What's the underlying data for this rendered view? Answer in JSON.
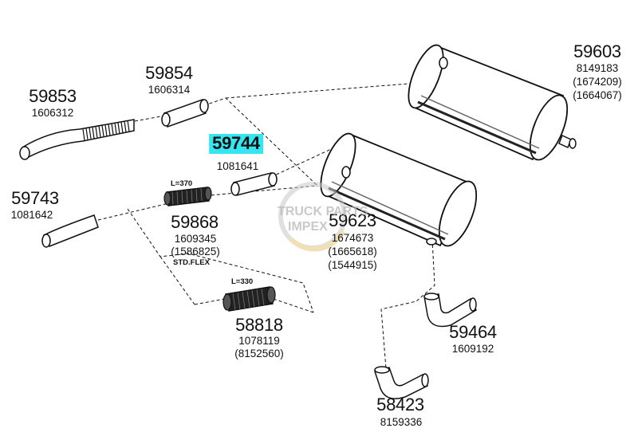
{
  "parts": [
    {
      "id": "59603",
      "refs": [
        "8149183",
        "(1674209)",
        "(1664067)"
      ]
    },
    {
      "id": "59854",
      "refs": [
        "1606314"
      ]
    },
    {
      "id": "59853",
      "refs": [
        "1606312"
      ]
    },
    {
      "id": "59744",
      "refs": [
        "1081641"
      ],
      "highlighted": true
    },
    {
      "id": "59743",
      "refs": [
        "1081642"
      ]
    },
    {
      "id": "59868",
      "refs": [
        "1609345",
        "(1586825)"
      ],
      "note": "STD.FLEX",
      "length_label": "L=370"
    },
    {
      "id": "59623",
      "refs": [
        "1674673",
        "(1665618)",
        "(1544915)"
      ]
    },
    {
      "id": "58818",
      "refs": [
        "1078119",
        "(8152560)"
      ],
      "length_label": "L=330"
    },
    {
      "id": "59464",
      "refs": [
        "1609192"
      ]
    },
    {
      "id": "58423",
      "refs": [
        "8159336"
      ]
    }
  ],
  "watermark": {
    "line1": "TRUCK PARTS",
    "line2": "IMPEX"
  },
  "colors": {
    "highlight": "#35e6f0",
    "line": "#111111",
    "watermark": "#b7b7b7"
  }
}
